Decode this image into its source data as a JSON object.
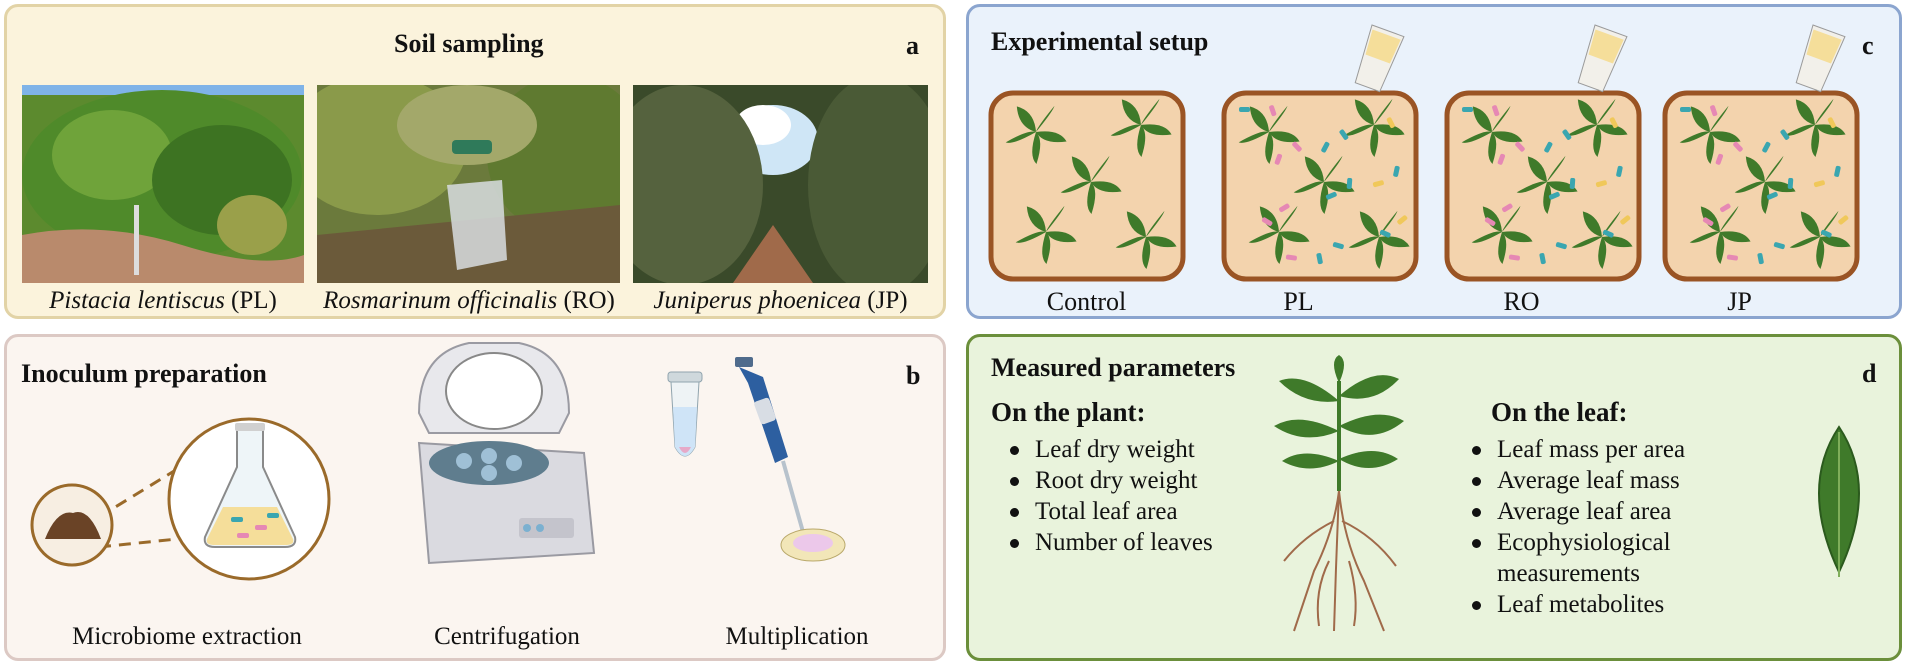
{
  "panel_a": {
    "title": "Soil sampling",
    "letter": "a",
    "photos": [
      {
        "species": "Pistacia lentiscus",
        "abbr": "(PL)"
      },
      {
        "species": "Rosmarinum officinalis",
        "abbr": "(RO)"
      },
      {
        "species": "Juniperus phoenicea",
        "abbr": "(JP)"
      }
    ]
  },
  "panel_b": {
    "title": "Inoculum preparation",
    "letter": "b",
    "steps": [
      "Microbiome extraction",
      "Centrifugation",
      "Multiplication"
    ]
  },
  "panel_c": {
    "title": "Experimental setup",
    "letter": "c",
    "treatments": [
      "Control",
      "PL",
      "RO",
      "JP"
    ]
  },
  "panel_d": {
    "title": "Measured parameters",
    "letter": "d",
    "plant_heading": "On the plant:",
    "plant_items": [
      "Leaf dry weight",
      "Root dry weight",
      "Total leaf area",
      "Number of leaves"
    ],
    "leaf_heading": "On the leaf:",
    "leaf_items": [
      "Leaf mass per area",
      "Average leaf mass",
      "Average leaf area",
      "Ecophysiological measurements",
      "Leaf metabolites"
    ]
  },
  "colors": {
    "panel_a_border": "#e2d3a6",
    "panel_b_border": "#dcc9c4",
    "panel_c_border": "#8ba5cf",
    "panel_d_border": "#6b8f3b",
    "pot_soil": "#f3d3ad",
    "pot_rim": "#9a5424",
    "leaf_green": "#3f7a2a",
    "soil_brown": "#7a4c2a"
  },
  "icons": [
    "sampling-bag-icon",
    "soil-pile-icon",
    "erlenmeyer-flask-icon",
    "centrifuge-icon",
    "eppendorf-tube-icon",
    "micropipette-icon",
    "petri-dish-icon",
    "inoculum-tube-icon",
    "plant-with-roots-icon",
    "leaf-icon"
  ]
}
